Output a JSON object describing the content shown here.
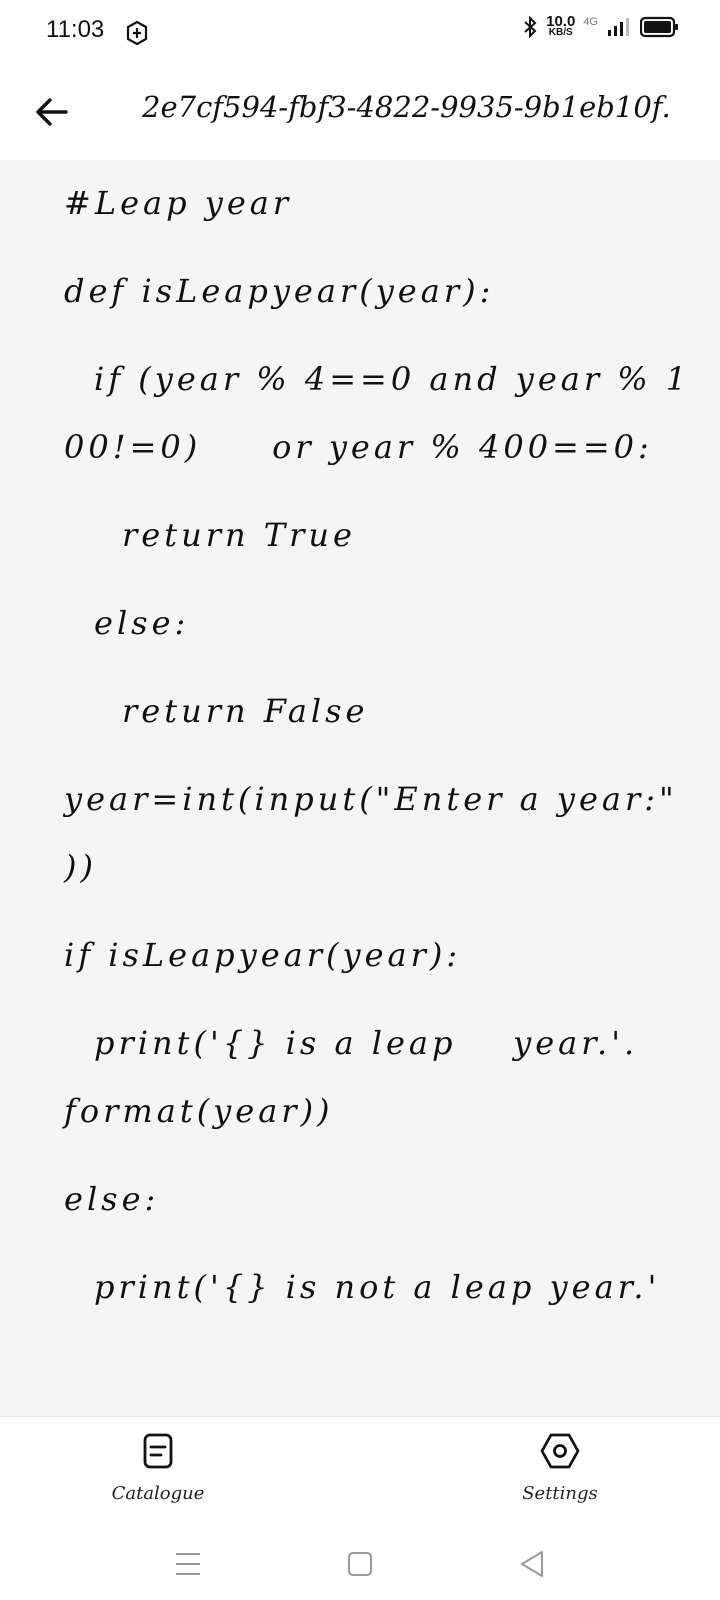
{
  "status_bar": {
    "time": "11:03",
    "net_speed_value": "10.0",
    "net_speed_unit": "KB/S",
    "net_type": "4G"
  },
  "header": {
    "title": "2e7cf594-fbf3-4822-9935-9b1eb10f."
  },
  "code": {
    "lines": [
      "#Leap year",
      "def isLeapyear(year):",
      "if (year % 4==0 and year % 1",
      "00!=0)     or year % 400==0:",
      "return True",
      "else:",
      "return False",
      "year=int(input(\"Enter a year:\"",
      "))",
      "if isLeapyear(year):",
      "print('{} is a leap    year.'.",
      "format(year))",
      "else:",
      "print('{} is not a leap year.'"
    ]
  },
  "bottom_nav": {
    "catalogue_label": "Catalogue",
    "settings_label": "Settings"
  }
}
